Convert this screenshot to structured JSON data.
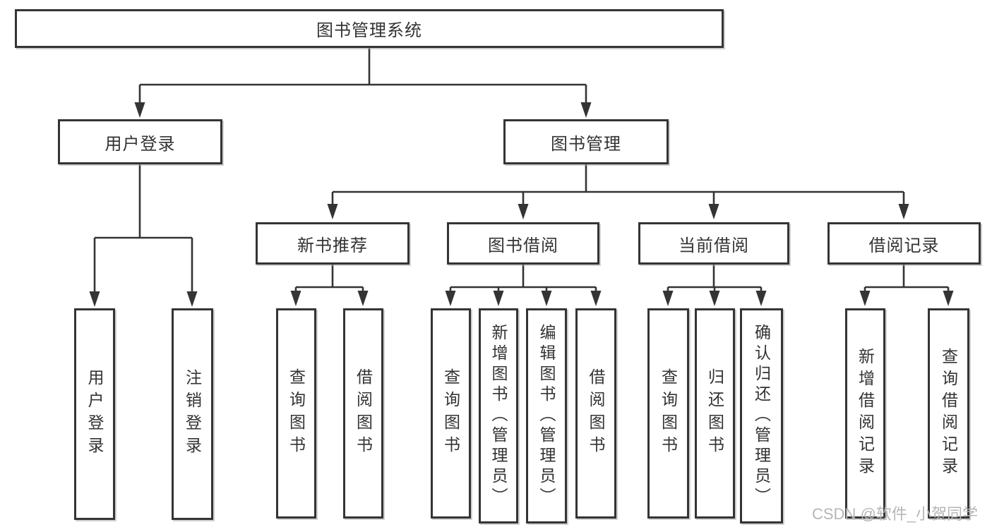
{
  "diagram": {
    "type": "hierarchy-tree",
    "line_color": "#343434",
    "box_border_color": "#343434",
    "box_fill_color": "#ffffff",
    "text_color": "#333333",
    "background_color": "#ffffff",
    "tree": {
      "root": {
        "label": "图书管理系统",
        "children": [
          {
            "label": "用户登录",
            "children": [
              {
                "label": "用户登录"
              },
              {
                "label": "注销登录"
              }
            ]
          },
          {
            "label": "图书管理",
            "children": [
              {
                "label": "新书推荐",
                "children": [
                  {
                    "label": "查询图书"
                  },
                  {
                    "label": "借阅图书"
                  }
                ]
              },
              {
                "label": "图书借阅",
                "children": [
                  {
                    "label": "查询图书"
                  },
                  {
                    "label": "新增图书（管理员）"
                  },
                  {
                    "label": "编辑图书（管理员）"
                  },
                  {
                    "label": "借阅图书"
                  }
                ]
              },
              {
                "label": "当前借阅",
                "children": [
                  {
                    "label": "查询图书"
                  },
                  {
                    "label": "归还图书"
                  },
                  {
                    "label": "确认归还（管理员）"
                  }
                ]
              },
              {
                "label": "借阅记录",
                "children": [
                  {
                    "label": "新增借阅记录"
                  },
                  {
                    "label": "查询借阅记录"
                  }
                ]
              }
            ]
          }
        ]
      }
    }
  },
  "watermark": {
    "text": "CSDN @软件_小贺同学",
    "color": "#b6b6b6"
  }
}
